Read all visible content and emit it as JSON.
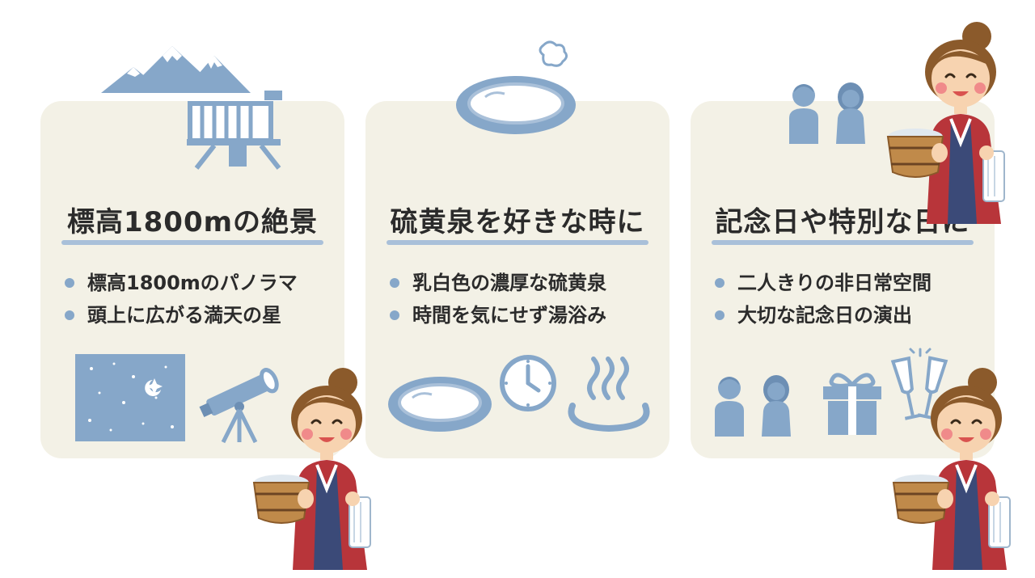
{
  "colors": {
    "accent_blue": "#86a7c9",
    "card_bg": "#f3f1e6",
    "divider": "#a9c0d9",
    "text": "#2b2b2b",
    "yukata_red": "#b8353a"
  },
  "cards": [
    {
      "title": "標高1800mの絶景",
      "bullets": [
        "標高1800mのパノラマ",
        "頭上に広がる満天の星"
      ],
      "icons": [
        "mountain-icon",
        "observation-deck-icon",
        "starry-sky-icon",
        "telescope-icon"
      ]
    },
    {
      "title": "硫黄泉を好きな時に",
      "bullets": [
        "乳白色の濃厚な硫黄泉",
        "時間を気にせず湯浴み"
      ],
      "icons": [
        "hot-spring-pool-icon",
        "clock-icon",
        "onsen-steam-icon"
      ]
    },
    {
      "title": "記念日や特別な日に",
      "bullets": [
        "二人きりの非日常空間",
        "大切な記念日の演出"
      ],
      "icons": [
        "couple-icon",
        "gift-icon",
        "champagne-icon"
      ]
    }
  ]
}
